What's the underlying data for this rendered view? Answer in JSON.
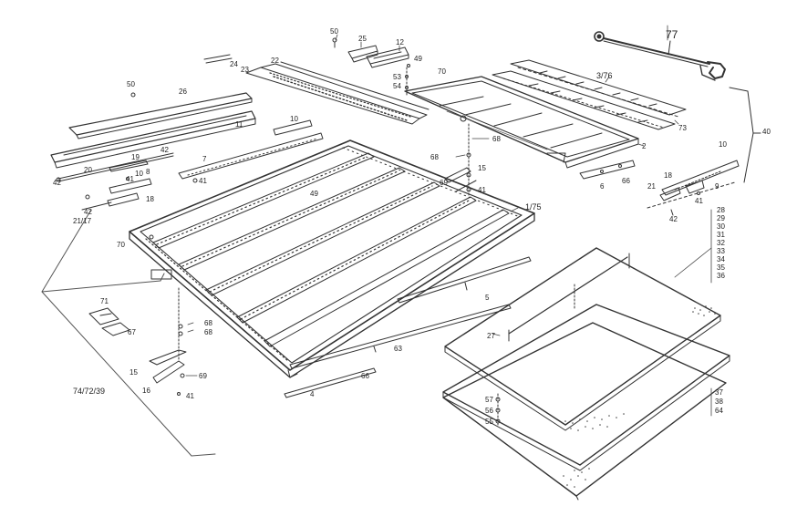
{
  "labels": {
    "p77": "77",
    "p50a": "50",
    "p25": "25",
    "p12": "12",
    "p49a": "49",
    "p53": "53",
    "p54": "54",
    "p70a": "70",
    "p376": "3/76",
    "p24": "24",
    "p23": "23",
    "p22": "22",
    "p50b": "50",
    "p26": "26",
    "p11": "11",
    "p10a": "10",
    "p42a": "42",
    "p19": "19",
    "p20": "20",
    "p7": "7",
    "p8": "8",
    "p41a": "41",
    "p41b": "41",
    "p10b": "10",
    "p42b": "42",
    "p18a": "18",
    "p42c": "42",
    "p2117": "21/17",
    "p70b": "70",
    "p49b": "49",
    "p68a": "68",
    "p15a": "15",
    "p69a": "69",
    "p41c": "41",
    "p68b": "68",
    "p2": "2",
    "p6": "6",
    "p66a": "66",
    "p73": "73",
    "p40": "40",
    "p10c": "10",
    "p18b": "18",
    "p21": "21",
    "p9": "9",
    "p41d": "41",
    "p42d": "42",
    "p175": "1/75",
    "p5": "5",
    "p63": "63",
    "p66b": "66",
    "p4": "4",
    "p71": "71",
    "p67": "67",
    "p68c": "68",
    "p68d": "68",
    "p15b": "15",
    "p16": "16",
    "p69b": "69",
    "p41e": "41",
    "p747239": "74/72/39",
    "p27": "27",
    "p57": "57",
    "p56": "56",
    "p55": "55",
    "p37": "37",
    "p38": "38",
    "p64": "64",
    "stack_upper": [
      "28",
      "29",
      "30",
      "31",
      "32",
      "33",
      "34",
      "35",
      "36"
    ]
  }
}
